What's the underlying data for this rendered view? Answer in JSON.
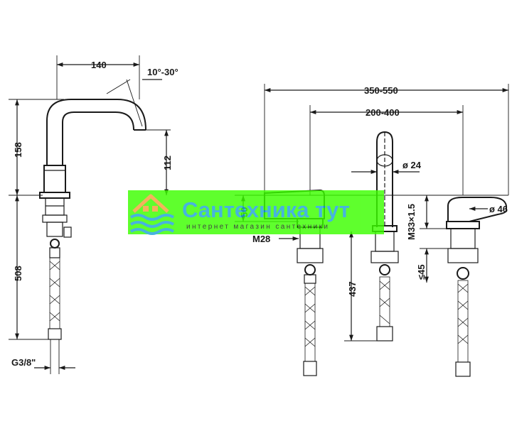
{
  "dimensions": {
    "spout_reach": "140",
    "swivel_angle": "10°-30°",
    "spout_height": "158",
    "outlet_height": "112",
    "hose_length_left": "508",
    "hose_thread": "G3/8\"",
    "total_spread": "350-550",
    "handle_spread": "200-400",
    "deck_thickness": "50",
    "thread_small": "M28",
    "spout_diameter": "ø 24",
    "thread_large": "M33×1.5",
    "handle_diameter": "ø 46",
    "max_deck_thickness": "≤45",
    "hose_length_right": "437"
  },
  "watermark": {
    "title": "Сантехника тут",
    "subtitle": "интернет магазин сантехники",
    "accent_color": "#3cff00",
    "text_color": "#1fa3d9"
  }
}
